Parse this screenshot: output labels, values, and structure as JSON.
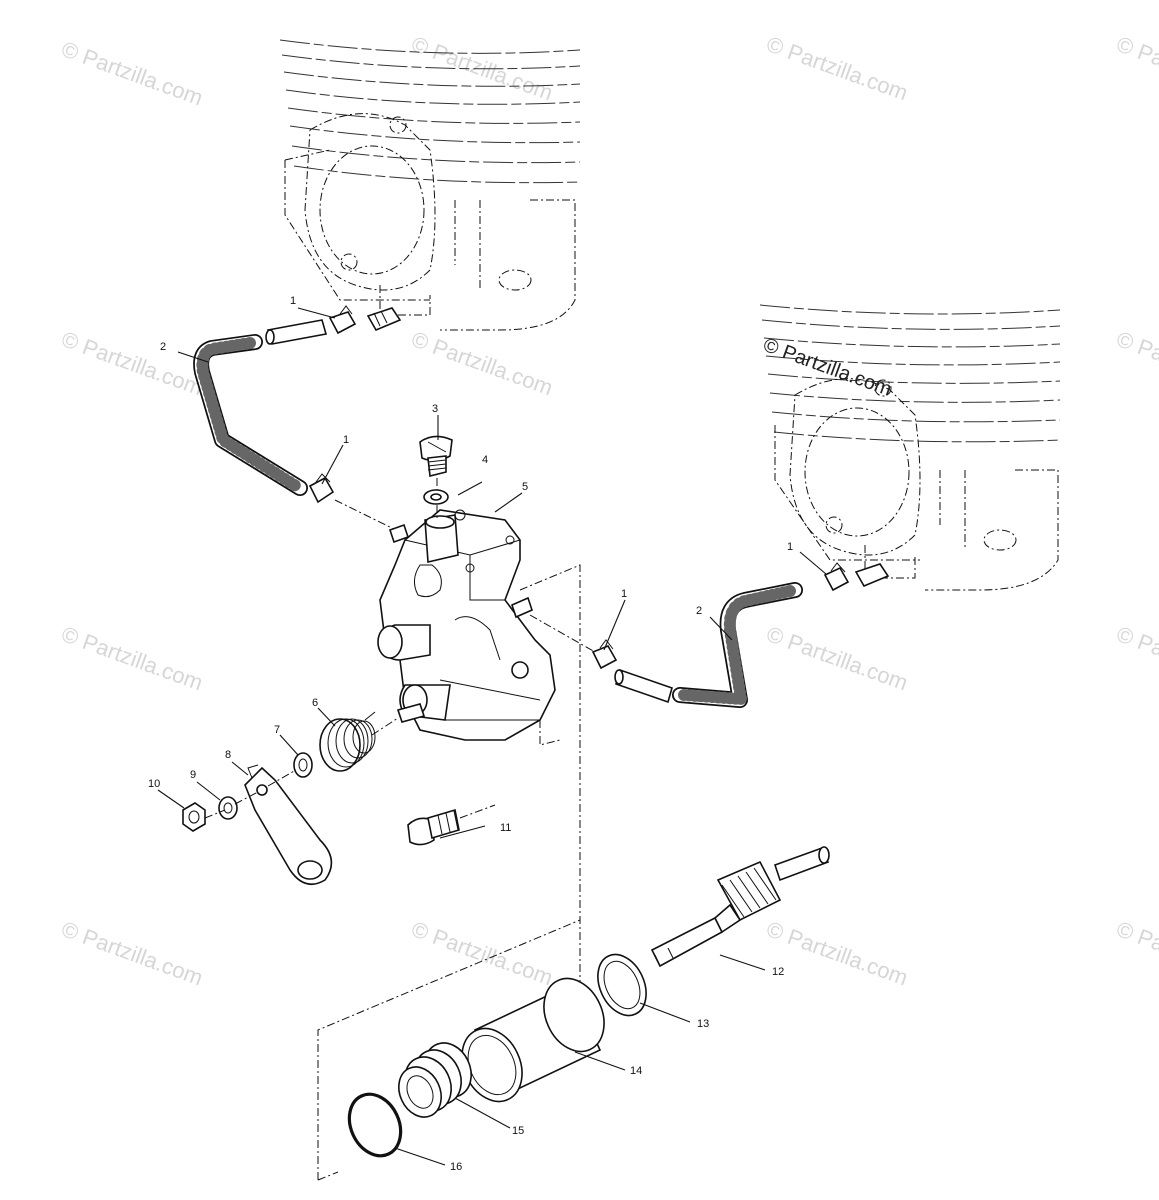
{
  "watermark": {
    "text": "© Partzilla.com",
    "main_text": "© Partzilla.com"
  },
  "callouts": [
    "1",
    "2",
    "3",
    "4",
    "5",
    "6",
    "7",
    "8",
    "9",
    "10",
    "11",
    "12",
    "13",
    "14",
    "15",
    "16"
  ],
  "colors": {
    "line": "#111111",
    "watermark": "#d6d6d6",
    "background": "#ffffff"
  }
}
